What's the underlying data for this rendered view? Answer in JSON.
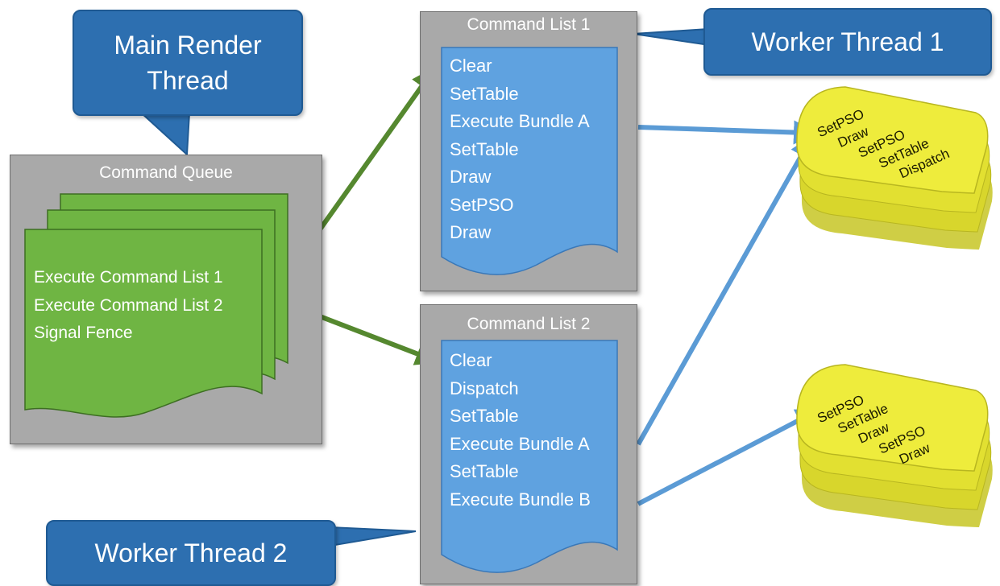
{
  "callouts": {
    "main_render_thread": "Main Render\nThread",
    "worker_thread_1": "Worker Thread 1",
    "worker_thread_2": "Worker Thread 2"
  },
  "command_queue": {
    "title": "Command Queue",
    "items": [
      "Execute Command List 1",
      "Execute Command List 2",
      "Signal Fence"
    ]
  },
  "command_list_1": {
    "title": "Command List 1",
    "items": [
      "Clear",
      "SetTable",
      "Execute Bundle A",
      "SetTable",
      "Draw",
      "SetPSO",
      "Draw"
    ]
  },
  "command_list_2": {
    "title": "Command List 2",
    "items": [
      "Clear",
      "Dispatch",
      "SetTable",
      "Execute Bundle A",
      "SetTable",
      "Execute Bundle B"
    ]
  },
  "bundle_a": {
    "items": [
      "SetPSO",
      "Draw",
      "SetPSO",
      "SetTable",
      "Dispatch"
    ]
  },
  "bundle_b": {
    "items": [
      "SetPSO",
      "SetTable",
      "Draw",
      "SetPSO",
      "Draw"
    ]
  },
  "colors": {
    "callout": "#2d6fb0",
    "panel": "#a9a9a9",
    "queue_doc": "#6fb543",
    "list_doc": "#5fa2e0",
    "bundle": "#e8e632",
    "green_arrow": "#55882f",
    "blue_arrow": "#5b9bd5"
  }
}
